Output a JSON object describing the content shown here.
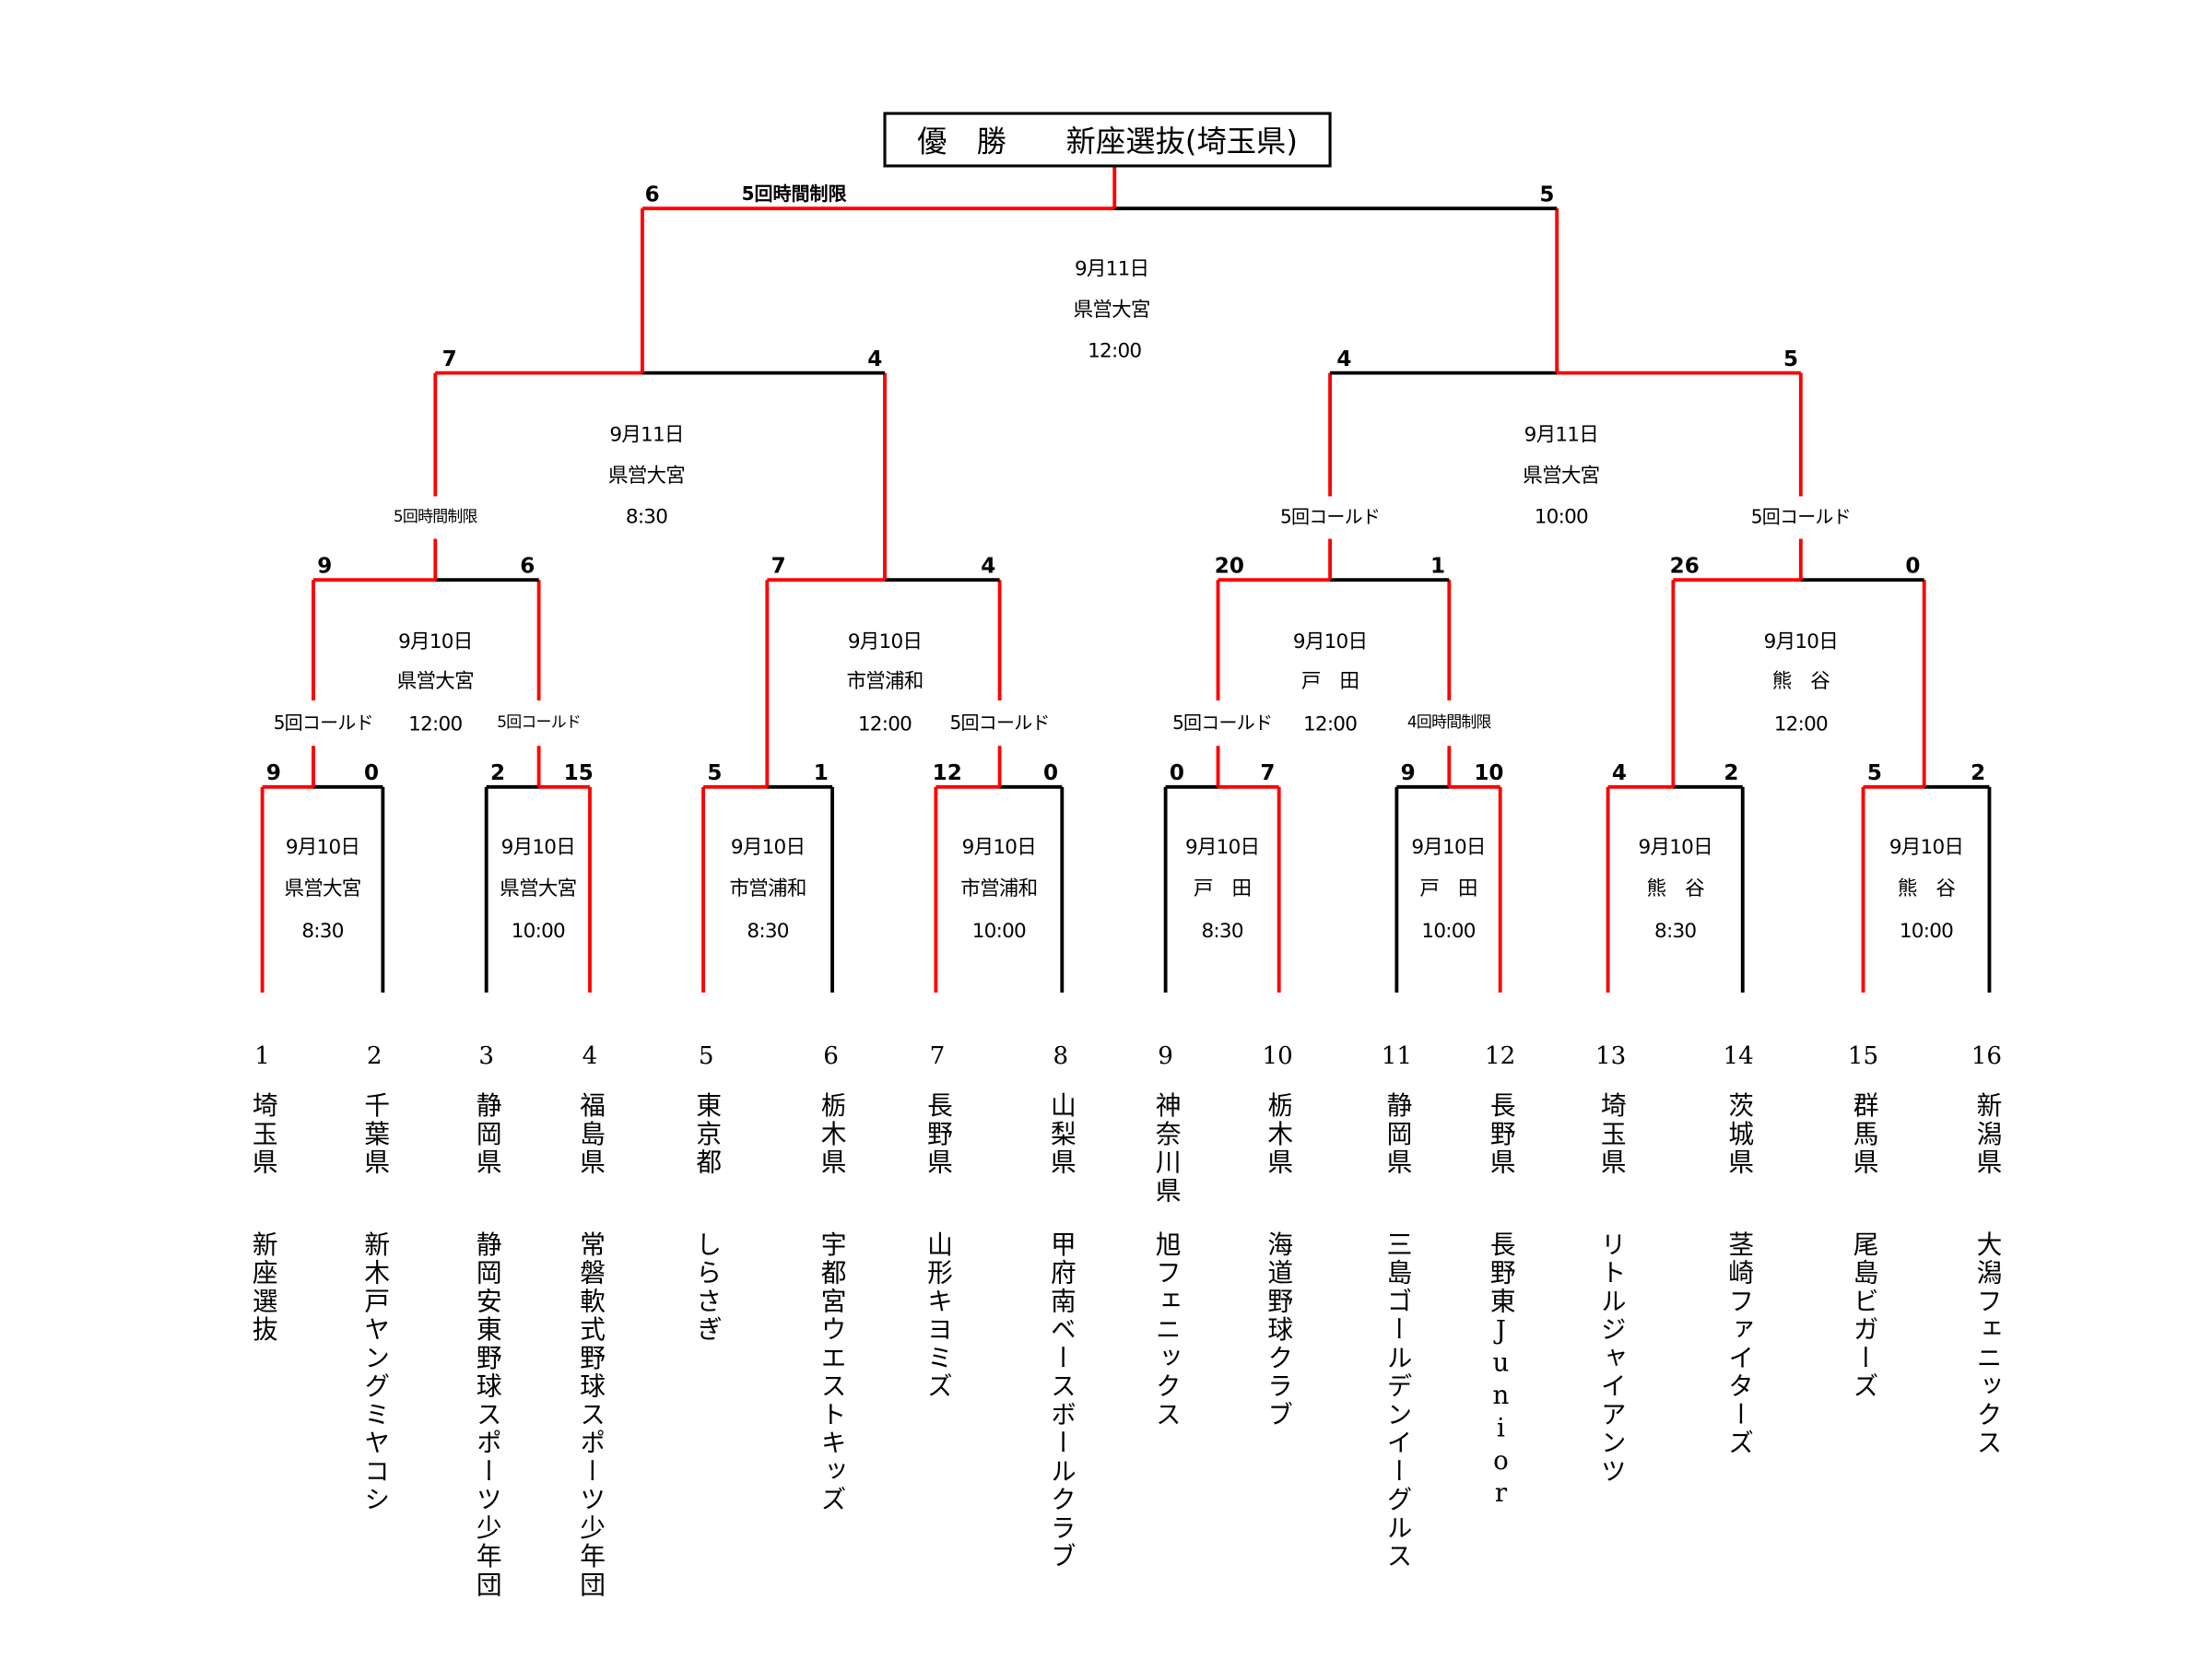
{
  "title": "優　勝　　新座選抜(埼玉県)",
  "colors": {
    "winner": "#ff0000",
    "loser": "#000000"
  },
  "final": {
    "scores": [
      "6",
      "5"
    ],
    "winner": 0,
    "note": "5回時間制限",
    "date": "9月11日",
    "venue": "県営大宮",
    "time": "12:00"
  },
  "semifinals": [
    {
      "scores": [
        "7",
        "4"
      ],
      "winner": 0,
      "note": "",
      "date": "9月11日",
      "venue": "県営大宮",
      "time": "8:30"
    },
    {
      "scores": [
        "4",
        "5"
      ],
      "winner": 1,
      "note": "",
      "date": "9月11日",
      "venue": "県営大宮",
      "time": "10:00"
    }
  ],
  "quarterfinals": [
    {
      "scores": [
        "9",
        "6"
      ],
      "winner": 0,
      "note": "5回時間制限",
      "date": "9月10日",
      "venue": "県営大宮",
      "time": "12:00"
    },
    {
      "scores": [
        "7",
        "4"
      ],
      "winner": 0,
      "note": "",
      "date": "9月10日",
      "venue": "市営浦和",
      "time": "12:00"
    },
    {
      "scores": [
        "20",
        "1"
      ],
      "winner": 0,
      "note": "5回コールド",
      "date": "9月10日",
      "venue": "戸　田",
      "time": "12:00"
    },
    {
      "scores": [
        "26",
        "0"
      ],
      "winner": 0,
      "note": "5回コールド",
      "date": "9月10日",
      "venue": "熊　谷",
      "time": "12:00"
    }
  ],
  "round1": [
    {
      "scores": [
        "9",
        "0"
      ],
      "winner": 0,
      "note": "5回コールド",
      "date": "9月10日",
      "venue": "県営大宮",
      "time": "8:30"
    },
    {
      "scores": [
        "2",
        "15"
      ],
      "winner": 1,
      "note": "5回コールド",
      "date": "9月10日",
      "venue": "県営大宮",
      "time": "10:00"
    },
    {
      "scores": [
        "5",
        "1"
      ],
      "winner": 0,
      "note": "",
      "date": "9月10日",
      "venue": "市営浦和",
      "time": "8:30"
    },
    {
      "scores": [
        "12",
        "0"
      ],
      "winner": 0,
      "note": "5回コールド",
      "date": "9月10日",
      "venue": "市営浦和",
      "time": "10:00"
    },
    {
      "scores": [
        "0",
        "7"
      ],
      "winner": 1,
      "note": "5回コールド",
      "date": "9月10日",
      "venue": "戸　田",
      "time": "8:30"
    },
    {
      "scores": [
        "9",
        "10"
      ],
      "winner": 1,
      "note": "4回時間制限",
      "date": "9月10日",
      "venue": "戸　田",
      "time": "10:00"
    },
    {
      "scores": [
        "4",
        "2"
      ],
      "winner": 0,
      "note": "",
      "date": "9月10日",
      "venue": "熊　谷",
      "time": "8:30"
    },
    {
      "scores": [
        "5",
        "2"
      ],
      "winner": 0,
      "note": "",
      "date": "9月10日",
      "venue": "熊　谷",
      "time": "10:00"
    }
  ],
  "teams": [
    {
      "seed": "1",
      "prefecture": "埼玉県",
      "name": "新座選抜"
    },
    {
      "seed": "2",
      "prefecture": "千葉県",
      "name": "新木戸ヤングミヤコシ"
    },
    {
      "seed": "3",
      "prefecture": "静岡県",
      "name": "静岡安東野球スポーツ少年団"
    },
    {
      "seed": "4",
      "prefecture": "福島県",
      "name": "常磐軟式野球スポーツ少年団"
    },
    {
      "seed": "5",
      "prefecture": "東京都",
      "name": "しらさぎ"
    },
    {
      "seed": "6",
      "prefecture": "栃木県",
      "name": "宇都宮ウエストキッズ"
    },
    {
      "seed": "7",
      "prefecture": "長野県",
      "name": "山形キヨミズ"
    },
    {
      "seed": "8",
      "prefecture": "山梨県",
      "name": "甲府南ベースボールクラブ"
    },
    {
      "seed": "9",
      "prefecture": "神奈川県",
      "name": "旭フェニックス"
    },
    {
      "seed": "10",
      "prefecture": "栃木県",
      "name": "海道野球クラブ"
    },
    {
      "seed": "11",
      "prefecture": "静岡県",
      "name": "三島ゴールデンイーグルス"
    },
    {
      "seed": "12",
      "prefecture": "長野県",
      "name": "長野東Junior"
    },
    {
      "seed": "13",
      "prefecture": "埼玉県",
      "name": "リトルジャイアンツ"
    },
    {
      "seed": "14",
      "prefecture": "茨城県",
      "name": "茎崎ファイターズ"
    },
    {
      "seed": "15",
      "prefecture": "群馬県",
      "name": "尾島ビガーズ"
    },
    {
      "seed": "16",
      "prefecture": "新潟県",
      "name": "大潟フェニックス"
    }
  ]
}
